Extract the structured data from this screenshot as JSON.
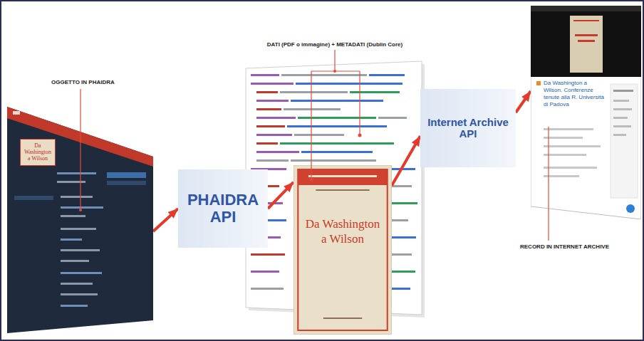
{
  "diagram": {
    "nodes": [
      {
        "text": [
          "Da Washington a Wilson"
        ]
      },
      {
        "text": [
          "PHAIDRA API"
        ]
      },
      {
        "text": [
          "Da Washington a Wilson"
        ]
      },
      {
        "text": [
          "Internet Archive API"
        ]
      },
      {
        "text": [
          "Da Washington a Wilson. Conferenze tenute alla R. Università di Padova"
        ]
      }
    ],
    "edges": [
      {
        "from": 0,
        "to": 1,
        "arrow": "to"
      },
      {
        "from": 1,
        "to": 2,
        "arrow": "to"
      },
      {
        "from": 2,
        "to": 3,
        "arrow": "to"
      },
      {
        "from": 3,
        "to": 4,
        "arrow": "to"
      }
    ],
    "labels": [
      "OGGETTO IN PHAIDRA",
      "DATI (PDF o immagine) + METADATI (Dublin Core)",
      "RECORD IN INTERNET ARCHIVE"
    ]
  }
}
